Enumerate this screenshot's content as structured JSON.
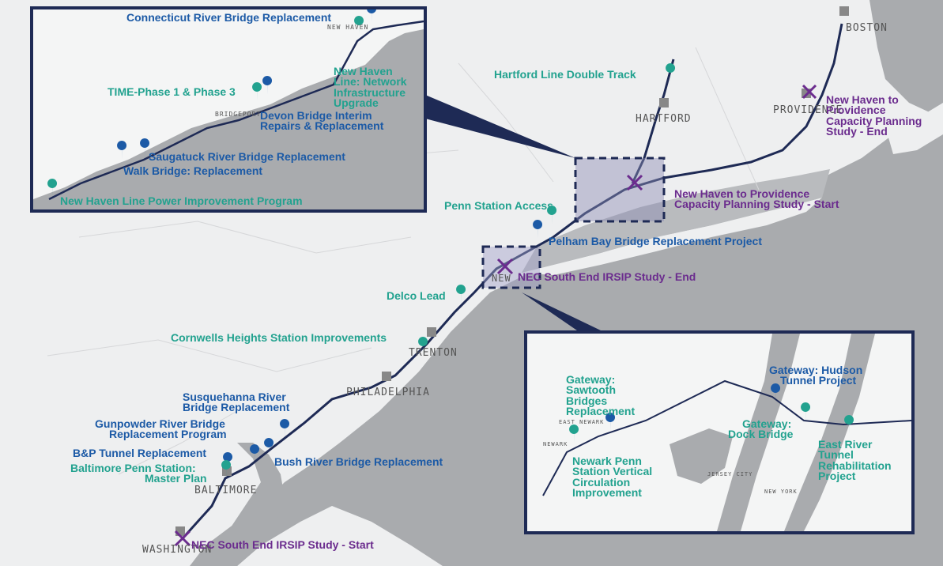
{
  "colors": {
    "route": "#1e2a55",
    "project_blue": "#1c5aa6",
    "project_teal": "#22a28f",
    "study_purple": "#6b2c8e",
    "water": "#a9abae",
    "land": "#eeeff0"
  },
  "cities": {
    "boston": "BOSTON",
    "hartford": "HARTFORD",
    "providence": "PROVIDENCE",
    "new_york": "NEW",
    "trenton": "TRENTON",
    "philadelphia": "PHILADELPHIA",
    "baltimore": "BALTIMORE",
    "washington": "WASHINGTON",
    "bridgeport": "BRIDGEPORT",
    "new_haven": "NEW HAVEN",
    "newark": "NEWARK",
    "east_newark": "EAST NEWARK",
    "jersey_city": "JERSEY CITY",
    "ny_inset": "NEW YORK"
  },
  "main_labels": {
    "hartford_line": "Hartford Line  Double Track",
    "nh_prov_end_1": "New Haven to",
    "nh_prov_end_2": "Providence",
    "nh_prov_end_3": "Capacity Planning",
    "nh_prov_end_4": "Study - End",
    "nh_prov_start_1": "New Haven to Providence",
    "nh_prov_start_2": "Capacity Planning Study - Start",
    "penn_access": "Penn Station Access",
    "pelham": "Pelham Bay Bridge Replacement Project",
    "nec_end": "NEC South End IRSIP Study - End",
    "delco": "Delco Lead",
    "cornwells": "Cornwells Heights Station Improvements",
    "susq_1": "Susquehanna River",
    "susq_2": "Bridge Replacement",
    "gunpowder_1": "Gunpowder River Bridge",
    "gunpowder_2": "Replacement Program",
    "bp_tunnel": "B&P Tunnel Replacement",
    "baltimore_penn_1": "Baltimore Penn Station:",
    "baltimore_penn_2": "Master Plan",
    "bush": "Bush River Bridge Replacement",
    "nec_start": "NEC South End IRSIP Study - Start"
  },
  "ct_inset": {
    "connecticut": "Connecticut River Bridge Replacement",
    "nh_line_1": "New Haven",
    "nh_line_2": "Line: Network",
    "nh_line_3": "Infrastructure",
    "nh_line_4": "Upgrade",
    "time": "TIME-Phase 1 & Phase 3",
    "devon_1": "Devon Bridge Interim",
    "devon_2": "Repairs & Replacement",
    "saugatuck": "Saugatuck River Bridge Replacement",
    "walk": "Walk Bridge: Replacement",
    "power": "New Haven Line Power Improvement Program"
  },
  "ny_inset": {
    "sawtooth_1": "Gateway:",
    "sawtooth_2": "Sawtooth",
    "sawtooth_3": "Bridges",
    "sawtooth_4": "Replacement",
    "hudson_1": "Gateway: Hudson",
    "hudson_2": "Tunnel Project",
    "dock_1": "Gateway:",
    "dock_2": "Dock Bridge",
    "east_river_1": "East River",
    "east_river_2": "Tunnel",
    "east_river_3": "Rehabilitation",
    "east_river_4": "Project",
    "newark_penn_1": "Newark Penn",
    "newark_penn_2": "Station Vertical",
    "newark_penn_3": "Circulation",
    "newark_penn_4": "Improvement"
  }
}
